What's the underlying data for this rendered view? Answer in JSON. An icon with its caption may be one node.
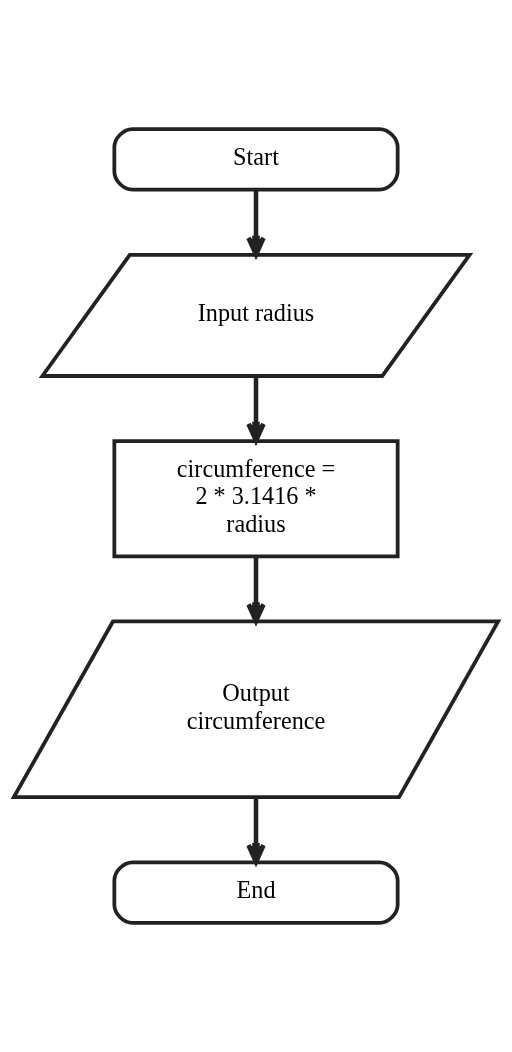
{
  "diagram": {
    "nodes": [
      {
        "text": [
          "Start"
        ]
      },
      {
        "text": [
          "Input radius"
        ]
      },
      {
        "text": [
          "circumference = 2 * 3.1416 * radius"
        ]
      },
      {
        "text": [
          "Output circumference"
        ]
      },
      {
        "text": [
          "End"
        ]
      }
    ],
    "edges": [
      {
        "from": 0,
        "to": 1,
        "arrow": "to"
      },
      {
        "from": 1,
        "to": 2,
        "arrow": "to"
      },
      {
        "from": 2,
        "to": 3,
        "arrow": "to"
      },
      {
        "from": 3,
        "to": 4,
        "arrow": "to"
      }
    ]
  }
}
